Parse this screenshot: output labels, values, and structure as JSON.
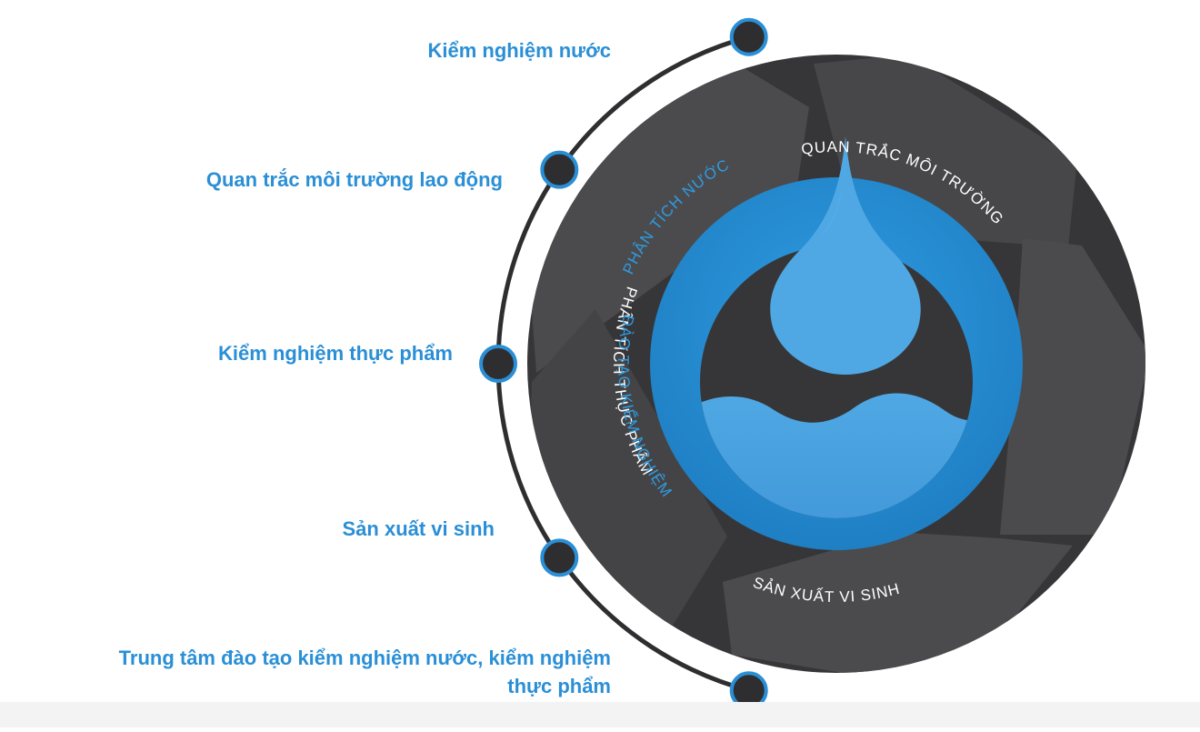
{
  "items": [
    {
      "label": "Kiểm nghiệm nước"
    },
    {
      "label": "Quan trắc môi trường lao động"
    },
    {
      "label": "Kiểm nghiệm thực phẩm"
    },
    {
      "label": "Sản xuất vi sinh"
    },
    {
      "label": "Trung tâm đào tạo kiểm nghiệm nước, kiểm nghiệm thực phẩm"
    }
  ],
  "segments": [
    {
      "label": "PHÂN TÍCH NƯỚC"
    },
    {
      "label": "QUAN TRẮC MÔI TRƯỜNG"
    },
    {
      "label": "PHÂN TÍCH THỰC PHẨM"
    },
    {
      "label": "SẢN XUẤT VI SINH"
    },
    {
      "label": "ĐÀO TẠO KIỂM NGHIỆM"
    }
  ],
  "colors": {
    "label_blue": "#2a8fd6",
    "ring_dark": "#363638",
    "segment_gray": "#4b4b4d",
    "blue_ring": "#2b8ed6",
    "drop_light": "#4fa8e4",
    "dot_fill": "#2e2e30",
    "dot_outline": "#2a8fd6"
  },
  "icons": [
    "water-drop-icon",
    "water-wave-icon"
  ]
}
